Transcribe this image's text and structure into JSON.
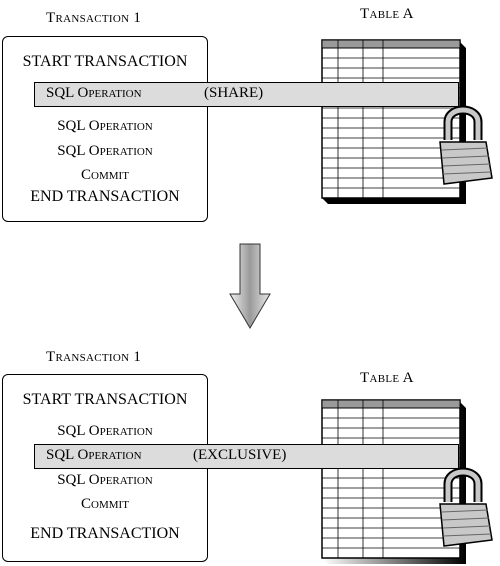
{
  "top": {
    "transaction_title": "Transaction 1",
    "table_title": "Table A",
    "lines": [
      "START TRANSACTION",
      "SQL Operation",
      "SQL Operation",
      "SQL Operation",
      "Commit",
      "END TRANSACTION"
    ],
    "lock_mode": "(SHARE)",
    "highlighted_line_index": 1
  },
  "arrow": {
    "icon": "down-arrow-icon"
  },
  "bottom": {
    "transaction_title": "Transaction 1",
    "table_title": "Table A",
    "lines": [
      "START TRANSACTION",
      "SQL Operation",
      "SQL Operation",
      "SQL Operation",
      "Commit",
      "END TRANSACTION"
    ],
    "lock_mode": "(EXCLUSIVE)",
    "highlighted_line_index": 2
  },
  "colors": {
    "band": "#dcdcdc",
    "table_header": "#9a9a9a",
    "shadow": "#000000",
    "lock": "#c8c8c8"
  }
}
